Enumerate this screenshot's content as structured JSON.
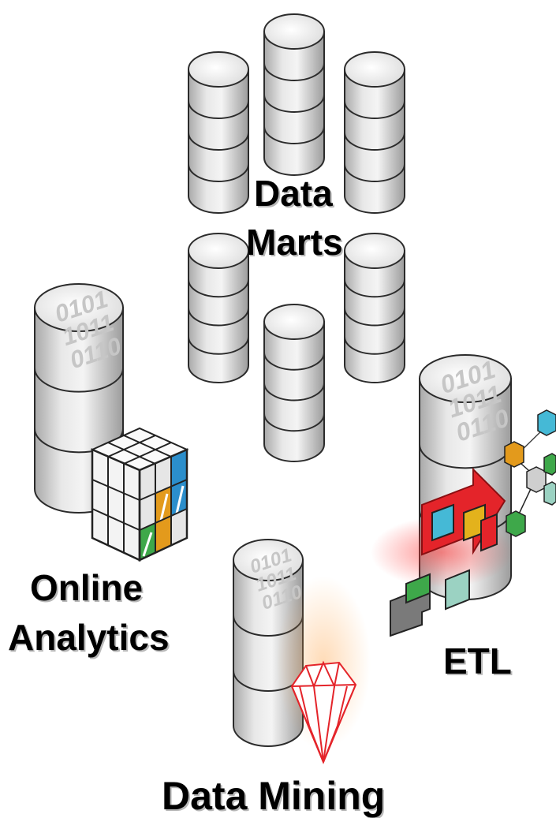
{
  "labels": {
    "data_marts_line1": "Data",
    "data_marts_line2": "Marts",
    "online_analytics_line1": "Online",
    "online_analytics_line2": "Analytics",
    "etl": "ETL",
    "data_mining": "Data Mining"
  },
  "binary_text": "0101\n1011\n0110",
  "colors": {
    "cylinder_fill": "#dcdcdc",
    "cylinder_stroke": "#2b2b2b",
    "accent_blue": "#2b8ecb",
    "accent_orange": "#e39a1c",
    "accent_green": "#3ea84a",
    "accent_red": "#e4242a",
    "accent_cyan": "#45b9d6"
  }
}
